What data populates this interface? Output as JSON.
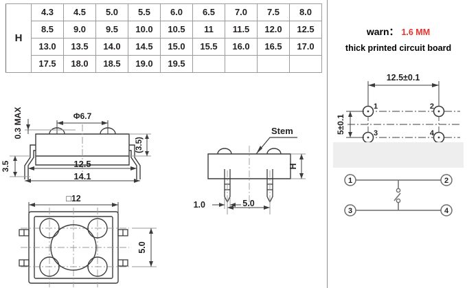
{
  "table": {
    "row_label": "H",
    "rows": [
      [
        "4.3",
        "4.5",
        "5.0",
        "5.5",
        "6.0",
        "6.5",
        "7.0",
        "7.5",
        "8.0"
      ],
      [
        "8.5",
        "9.0",
        "9.5",
        "10.0",
        "10.5",
        "11",
        "11.5",
        "12.0",
        "12.5"
      ],
      [
        "13.0",
        "13.5",
        "14.0",
        "14.5",
        "15.0",
        "15.5",
        "16.0",
        "16.5",
        "17.0"
      ],
      [
        "17.5",
        "18.0",
        "18.5",
        "19.0",
        "19.5",
        "",
        "",
        "",
        ""
      ]
    ]
  },
  "warning": {
    "label": "warn",
    "separator": "：",
    "value": "1.6 MM",
    "subtitle": "thick printed circuit board",
    "value_color": "#e8322a"
  },
  "front_view": {
    "dim_height_max": "0.3 MAX",
    "dim_stem_dia": "Φ6.7",
    "dim_body_height": "(3.5)",
    "dim_lead_height": "3.5",
    "dim_inner_width": "12.5",
    "dim_outer_width": "14.1",
    "dim_body_square": "□12"
  },
  "bottom_view": {
    "dim_square": "□12",
    "dim_pitch": "5.0"
  },
  "side_view": {
    "callout_stem": "Stem",
    "dim_h": "H",
    "dim_pin_width": "1.0",
    "dim_pin_pitch": "5.0"
  },
  "pcb_layout": {
    "dim_horizontal": "12.5±0.1",
    "dim_vertical": "5±0.1",
    "pads": [
      "1",
      "2",
      "3",
      "4"
    ]
  },
  "schematic": {
    "terminals": [
      "1",
      "2",
      "3",
      "4"
    ]
  }
}
